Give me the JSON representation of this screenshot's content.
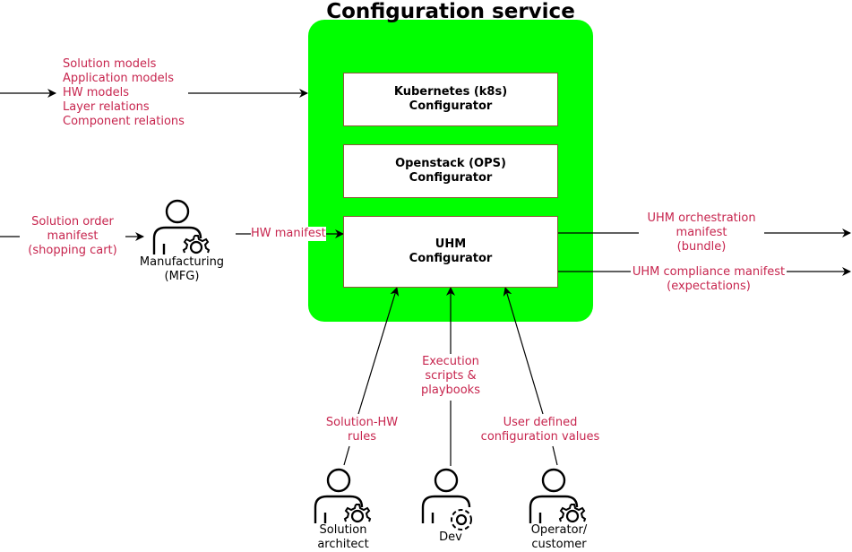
{
  "title": "Configuration service",
  "colors": {
    "container_fill": "#00ff00",
    "label_text": "#c7254e",
    "box_border": "#8b5a3c",
    "line": "#000000"
  },
  "configurators": [
    {
      "label": "Kubernetes (k8s)\nConfigurator"
    },
    {
      "label": "Openstack (OPS)\nConfigurator"
    },
    {
      "label": "UHM\nConfigurator"
    }
  ],
  "models_list": [
    "Solution models",
    "Application models",
    "HW models",
    "Layer relations",
    "Component relations"
  ],
  "edge_labels": {
    "solution_order": "Solution order\nmanifest\n(shopping cart)",
    "hw_manifest": "HW manifest",
    "uhm_orchestration": "UHM orchestration\nmanifest\n(bundle)",
    "uhm_compliance": "UHM compliance manifest\n(expectations)",
    "solution_hw_rules": "Solution-HW\nrules",
    "execution_scripts": "Execution\nscripts &\nplaybooks",
    "user_defined": "User defined\nconfiguration values"
  },
  "actors": {
    "manufacturing": "Manufacturing\n(MFG)",
    "solution_architect": "Solution\narchitect",
    "dev": "Dev",
    "operator": "Operator/\ncustomer"
  }
}
